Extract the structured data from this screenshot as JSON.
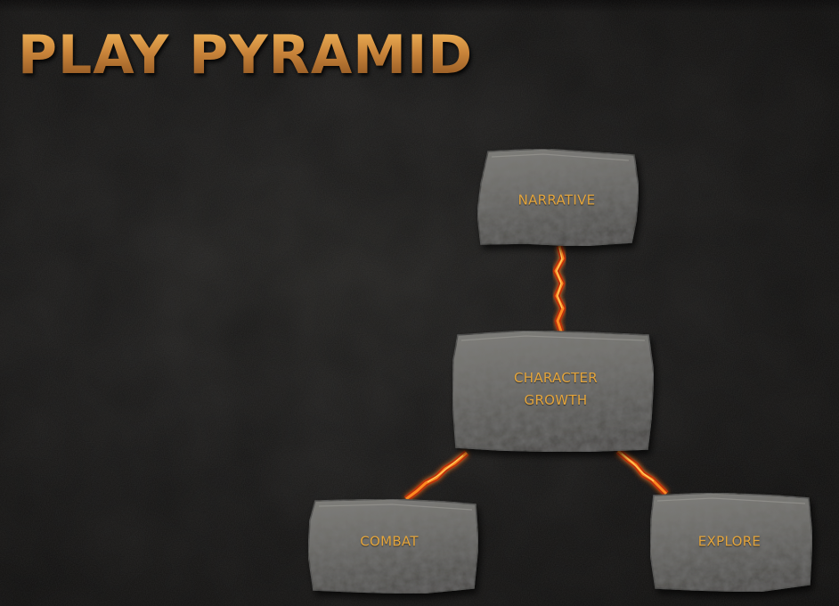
{
  "slide": {
    "title": "PLAY PYRAMID"
  },
  "pyramid": {
    "nodes": [
      {
        "id": "narrative",
        "lines": [
          "NARRATIVE"
        ]
      },
      {
        "id": "character-growth",
        "lines": [
          "CHARACTER",
          "GROWTH"
        ]
      },
      {
        "id": "combat",
        "lines": [
          "COMBAT"
        ]
      },
      {
        "id": "explore",
        "lines": [
          "EXPLORE"
        ]
      }
    ],
    "links": [
      {
        "from": "character-growth",
        "to": "narrative"
      },
      {
        "from": "character-growth",
        "to": "combat"
      },
      {
        "from": "character-growth",
        "to": "explore"
      }
    ]
  },
  "colors": {
    "background": "#1c1b1a",
    "title_gold": "#c98a3c",
    "label_gold": "#e4a53c",
    "stone": "#6c6b67",
    "lava": "#ff7a1a"
  }
}
